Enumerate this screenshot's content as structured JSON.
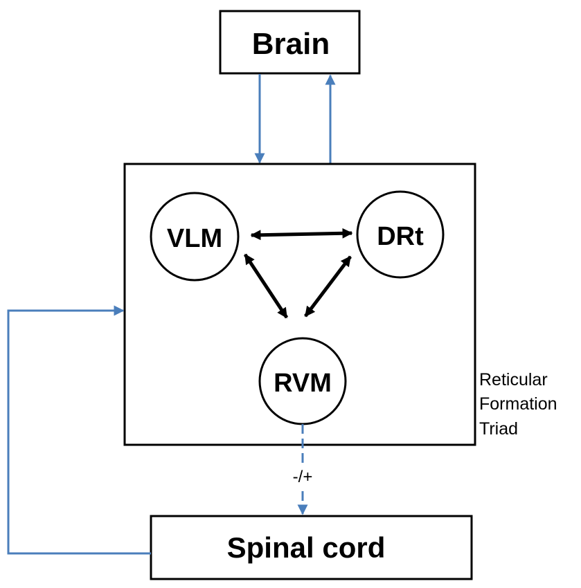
{
  "boxes": {
    "brain": "Brain",
    "spinal_cord": "Spinal cord"
  },
  "nodes": {
    "vlm": "VLM",
    "drt": "DRt",
    "rvm": "RVM"
  },
  "triad_label": [
    "Reticular",
    "Formation",
    "Triad"
  ],
  "modulation_label": "-/+",
  "colors": {
    "connector": "#4a7ebb",
    "outline": "#000000",
    "background": "#ffffff"
  }
}
